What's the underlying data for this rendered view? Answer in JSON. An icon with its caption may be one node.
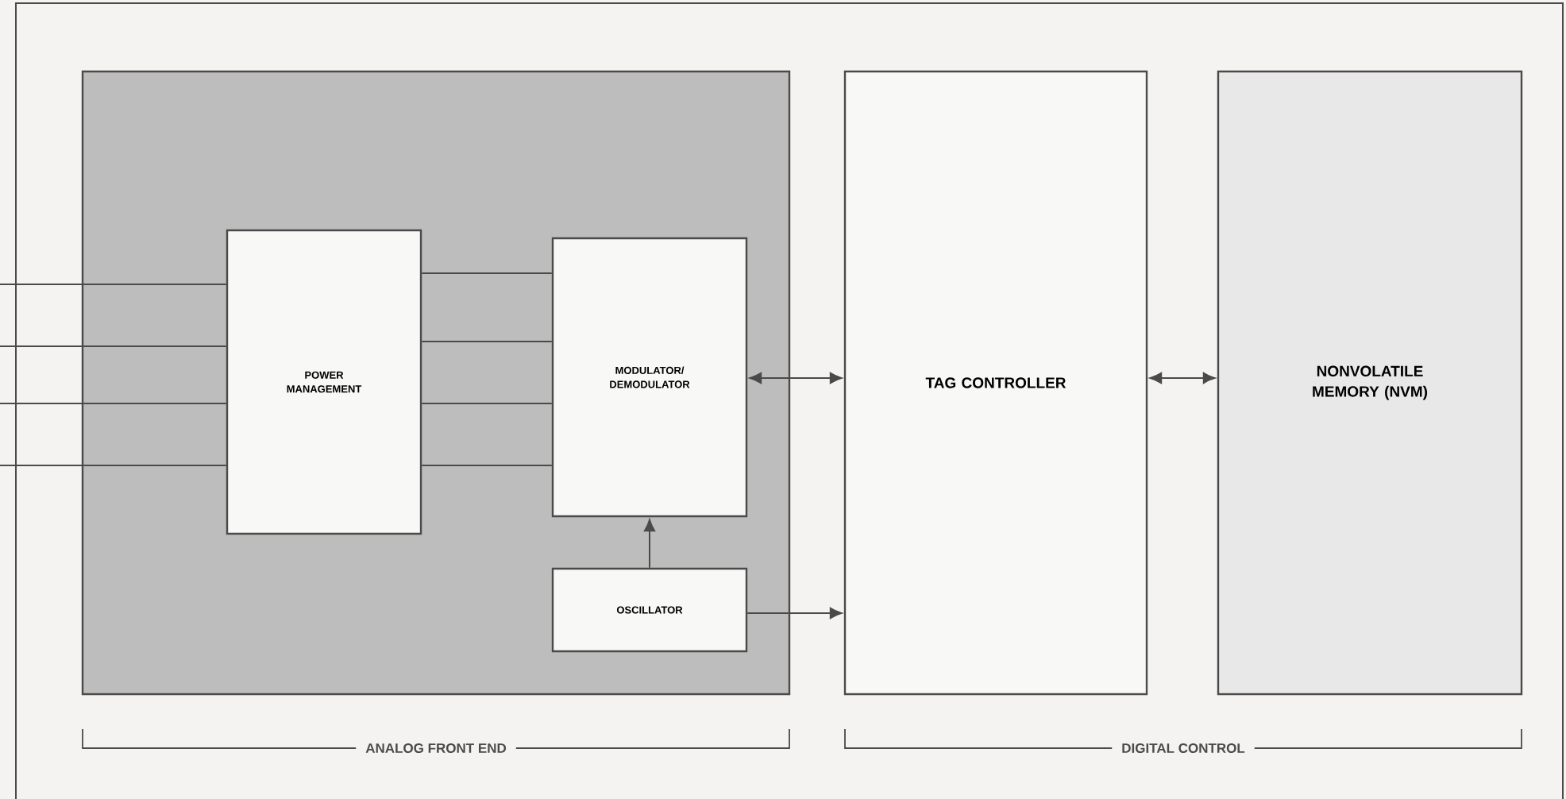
{
  "diagram": {
    "nodes": [
      {
        "text": [],
        "shape": "box"
      },
      {
        "text": [
          "POWER MANAGEMENT"
        ],
        "in": 0
      },
      {
        "text": [
          "MODULATOR/ DEMODULATOR"
        ],
        "in": 0
      },
      {
        "text": [
          "OSCILLATOR"
        ],
        "in": 0
      },
      {
        "text": [
          "TAG CONTROLLER"
        ]
      },
      {
        "text": [
          "NONVOLATILE MEMORY (NVM)"
        ]
      }
    ],
    "edges": [
      {
        "from": null,
        "to": 1,
        "arrow": "none"
      },
      {
        "from": null,
        "to": 1,
        "arrow": "none"
      },
      {
        "from": null,
        "to": 1,
        "arrow": "none"
      },
      {
        "from": null,
        "to": 1,
        "arrow": "none"
      },
      {
        "from": 1,
        "to": 2,
        "arrow": "none"
      },
      {
        "from": 1,
        "to": 2,
        "arrow": "none"
      },
      {
        "from": 1,
        "to": 2,
        "arrow": "none"
      },
      {
        "from": 1,
        "to": 2,
        "arrow": "none"
      },
      {
        "from": 3,
        "to": 2,
        "arrow": "to"
      },
      {
        "from": 2,
        "to": 4,
        "arrow": "both"
      },
      {
        "from": 3,
        "to": 4,
        "arrow": "to"
      },
      {
        "from": 4,
        "to": 5,
        "arrow": "both"
      }
    ],
    "labels": [
      "ANALOG FRONT END",
      "DIGITAL CONTROL"
    ]
  }
}
